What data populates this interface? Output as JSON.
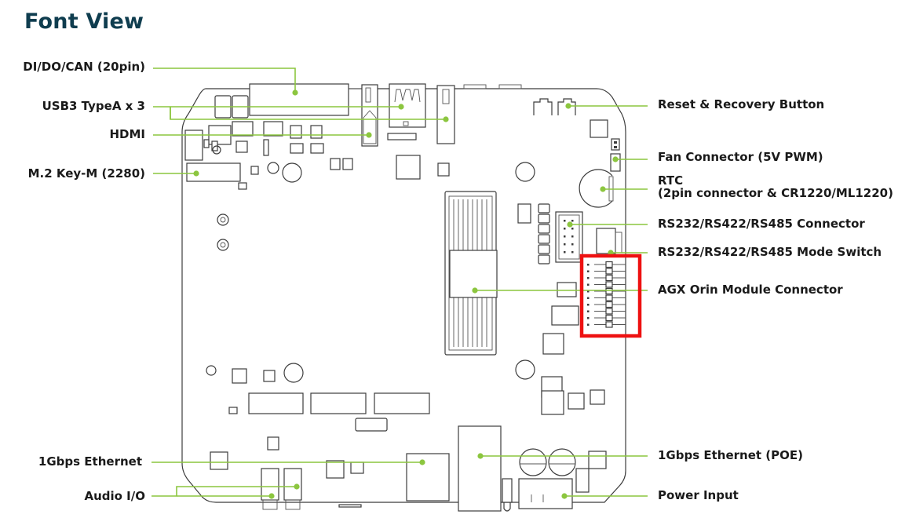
{
  "title": "Font View",
  "colors": {
    "title": "#0f3d4f",
    "leader_line": "#8cc63f",
    "highlight_box": "#ee1111",
    "board_outline": "#3c3c3c"
  },
  "labels": {
    "di_do_can": "DI/DO/CAN (20pin)",
    "usb3": "USB3 TypeA x 3",
    "hdmi": "HDMI",
    "m2": "M.2 Key-M (2280)",
    "ethernet": "1Gbps Ethernet",
    "audio": "Audio I/O",
    "reset": "Reset & Recovery Button",
    "fan": "Fan Connector (5V PWM)",
    "rtc_line1": "RTC",
    "rtc_line2": "(2pin connector & CR1220/ML1220)",
    "rs_connector": "RS232/RS422/RS485 Connector",
    "rs_switch": "RS232/RS422/RS485 Mode Switch",
    "agx": "AGX Orin Module Connector",
    "ethernet_poe": "1Gbps Ethernet (POE)",
    "power": "Power Input"
  },
  "highlight": {
    "target": "AGX Orin Module Connector region",
    "style": "red rectangle"
  },
  "callouts": [
    {
      "key": "di_do_can",
      "side": "left",
      "targets": 1
    },
    {
      "key": "usb3",
      "side": "left",
      "targets": 3
    },
    {
      "key": "hdmi",
      "side": "left",
      "targets": 1
    },
    {
      "key": "m2",
      "side": "left",
      "targets": 1
    },
    {
      "key": "ethernet",
      "side": "left",
      "targets": 1
    },
    {
      "key": "audio",
      "side": "left",
      "targets": 2
    },
    {
      "key": "reset",
      "side": "right",
      "targets": 1
    },
    {
      "key": "fan",
      "side": "right",
      "targets": 1
    },
    {
      "key": "rtc",
      "side": "right",
      "targets": 1
    },
    {
      "key": "rs_connector",
      "side": "right",
      "targets": 1
    },
    {
      "key": "rs_switch",
      "side": "right",
      "targets": 1
    },
    {
      "key": "agx",
      "side": "right",
      "targets": 1
    },
    {
      "key": "ethernet_poe",
      "side": "right",
      "targets": 1
    },
    {
      "key": "power",
      "side": "right",
      "targets": 1
    }
  ]
}
